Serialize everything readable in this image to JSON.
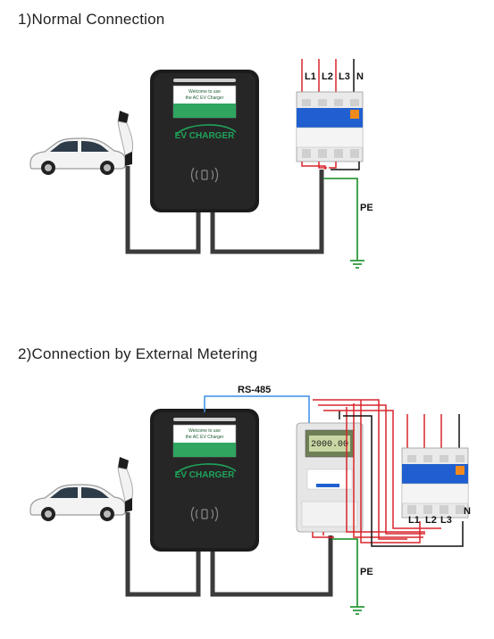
{
  "sections": [
    {
      "title": "1)Normal Connection"
    },
    {
      "title": "2)Connection by External Metering"
    }
  ],
  "charger": {
    "screen_line1": "Welcome to use",
    "screen_line2": "the AC EV Charger",
    "brand": "EV CHARGER"
  },
  "wiring": {
    "l1": "L1",
    "l2": "L2",
    "l3": "L3",
    "n": "N",
    "pe": "PE",
    "rs485": "RS-485",
    "meter_reading": "2000.00"
  },
  "colors": {
    "live": "#d9252b",
    "neutral": "#111111",
    "earth": "#2f9a3c",
    "rs485": "#3a8ee6",
    "charger_body": "#1c1c1c",
    "screen_green": "#2fa560",
    "breaker_blue": "#1f5fcf"
  }
}
